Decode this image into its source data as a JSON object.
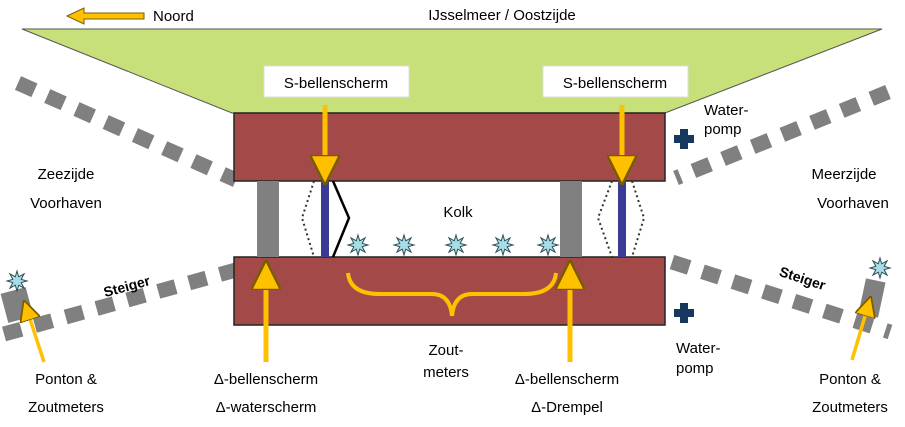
{
  "header": {
    "north_label": "Noord",
    "lake_label": "IJsselmeer / Oostzijde"
  },
  "callouts": {
    "s_screen_left": "S-bellenscherm",
    "s_screen_right": "S-bellenscherm"
  },
  "lock": {
    "chamber_label": "Kolk"
  },
  "left_side": {
    "harbour_line1": "Zeezijde",
    "harbour_line2": "Voorhaven",
    "jetty": "Steiger",
    "pontoon_line1": "Ponton &",
    "pontoon_line2": "Zoutmeters"
  },
  "right_side": {
    "harbour_line1": "Meerzijde",
    "harbour_line2": "Voorhaven",
    "jetty": "Steiger",
    "pump_top_line1": "Water-",
    "pump_top_line2": "pomp",
    "pump_bottom_line1": "Water-",
    "pump_bottom_line2": "pomp",
    "pontoon_line1": "Ponton &",
    "pontoon_line2": "Zoutmeters"
  },
  "bottom_labels": {
    "delta_left_line1": "Δ-bellenscherm",
    "delta_left_line2": "Δ-waterscherm",
    "salt_line1": "Zout-",
    "salt_line2": "meters",
    "delta_right_line1": "Δ-bellenscherm",
    "delta_right_line2": "Δ-Drempel"
  },
  "colors": {
    "lake": "#c7e07a",
    "lock_wall": "#a34a48",
    "dolphin": "#808080",
    "bubble_screen": "#3b3b96",
    "arrow": "#ffc000",
    "pump": "#17375e",
    "sensor": "#a8dde8"
  },
  "icons": {
    "north_arrow": "arrow-left-icon",
    "pump": "cross-icon",
    "sensor": "star-sensor-icon"
  }
}
